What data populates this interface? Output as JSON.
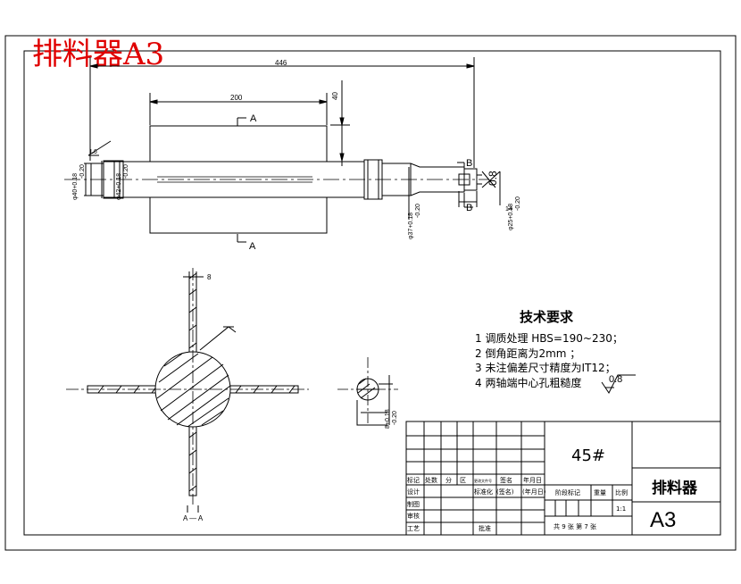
{
  "title": "排料器A3",
  "dims": {
    "overall_length": "446",
    "center_length": "200",
    "height_40": "40",
    "chamfer_L6": "L6",
    "section_A_top": "A",
    "section_A_bottom": "A",
    "section_B_top": "B",
    "section_B_bottom": "B",
    "dia_40": "φ40+0.18",
    "dia_40_tol": "-0.20",
    "dia_42": "φ42+0.18",
    "dia_42_tol": "-0.20",
    "dia_37": "φ37+0.18",
    "dia_37_tol": "-0.20",
    "dia_25": "φ25+0.18",
    "dia_25_tol": "-0.20",
    "len_14": "14",
    "rough_0_8": "0.8",
    "dim_8_top": "8",
    "dim_8_side": "8+0.18",
    "dim_8_side_tol": "-0.20",
    "section_aa": "A — A"
  },
  "tech": {
    "heading": "技术要求",
    "items": [
      "1  调质处理 HBS=190~230；",
      "2  倒角距离为2mm ；",
      "3  未注偏差尺寸精度为IT12；",
      "4  两轴端中心孔粗糙度"
    ],
    "roughness": "0.8"
  },
  "title_block": {
    "material": "45#",
    "part_name": "排料器",
    "paper_size": "A3",
    "row_headers": [
      "标记",
      "处数",
      "分",
      "区",
      "更改文件号",
      "签名",
      "年月日"
    ],
    "labels": {
      "design": "设计",
      "standard": "标准化",
      "standard_sig": "(签名)",
      "standard_date": "(年月日)",
      "stage": "阶段标记",
      "weight": "重量",
      "scale": "比例",
      "scale_value": "1:1",
      "check": "审核",
      "craft": "工艺",
      "approve": "批准",
      "draw": "制图",
      "sheets": "共 9 张 第 7 张"
    }
  }
}
